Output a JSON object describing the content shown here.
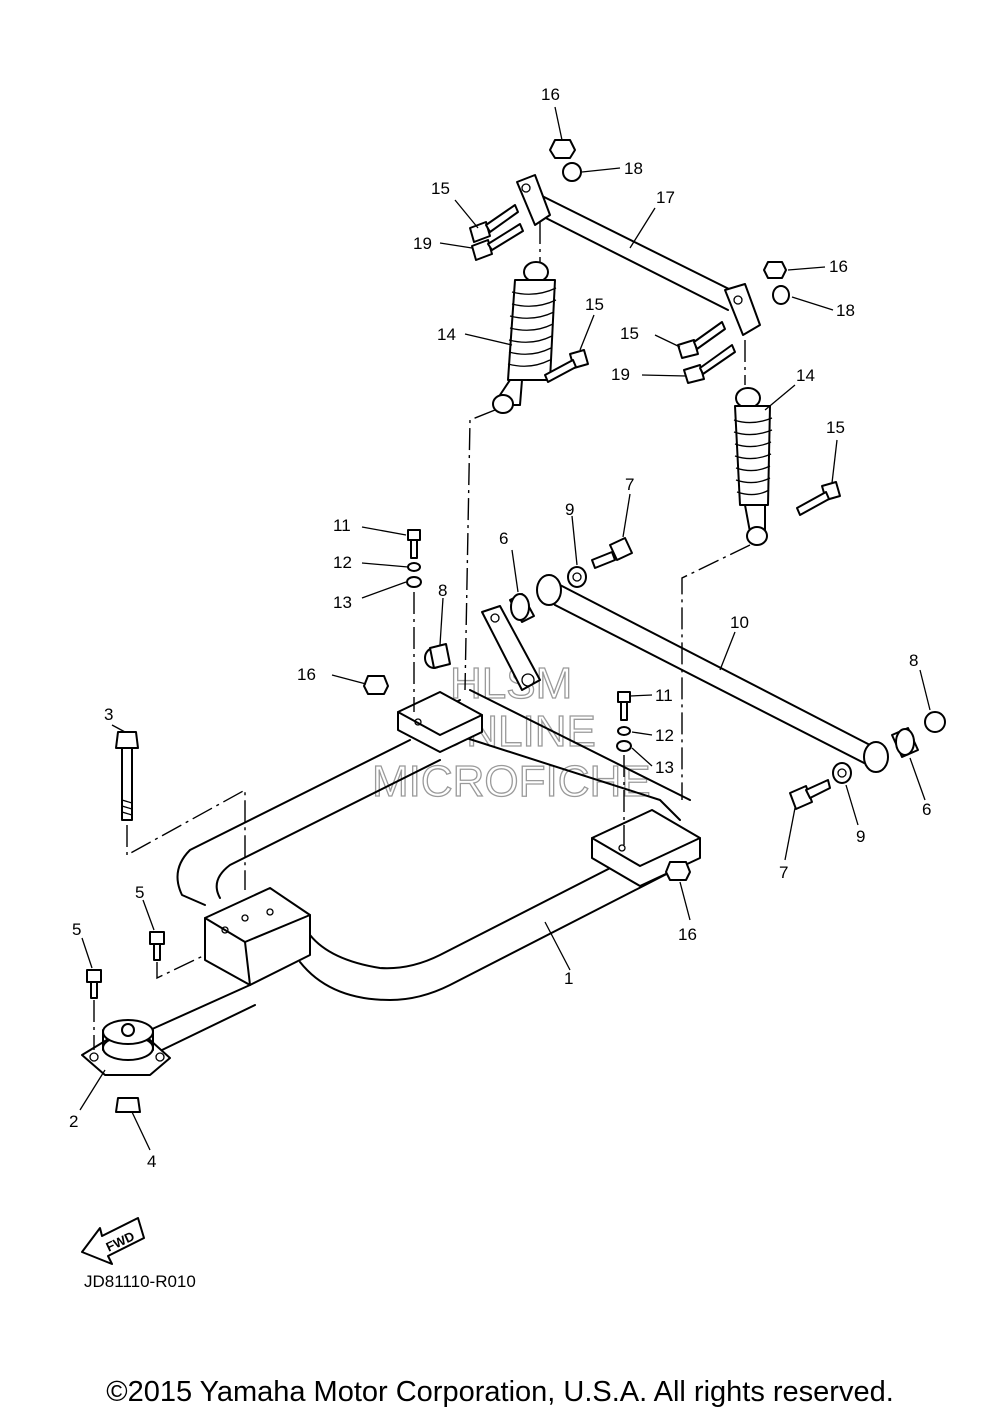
{
  "diagram": {
    "callouts": {
      "c1": "1",
      "c2": "2",
      "c3": "3",
      "c4": "4",
      "c5a": "5",
      "c5b": "5",
      "c6a": "6",
      "c6b": "6",
      "c7a": "7",
      "c7b": "7",
      "c8a": "8",
      "c8b": "8",
      "c9a": "9",
      "c9b": "9",
      "c10": "10",
      "c11a": "11",
      "c11b": "11",
      "c12a": "12",
      "c12b": "12",
      "c13a": "13",
      "c13b": "13",
      "c14a": "14",
      "c14b": "14",
      "c15a": "15",
      "c15b": "15",
      "c15c": "15",
      "c15d": "15",
      "c16a": "16",
      "c16b": "16",
      "c16c": "16",
      "c16d": "16",
      "c17": "17",
      "c18a": "18",
      "c18b": "18",
      "c19a": "19",
      "c19b": "19"
    },
    "watermark": {
      "line1": "HLSM",
      "line2": "ONLINE",
      "line3": "MICROFICHE"
    },
    "fwd_label": "FWD",
    "figure_code": "JD81110-R010"
  },
  "footer": {
    "copyright": "©2015 Yamaha Motor Corporation, U.S.A. All rights reserved."
  }
}
